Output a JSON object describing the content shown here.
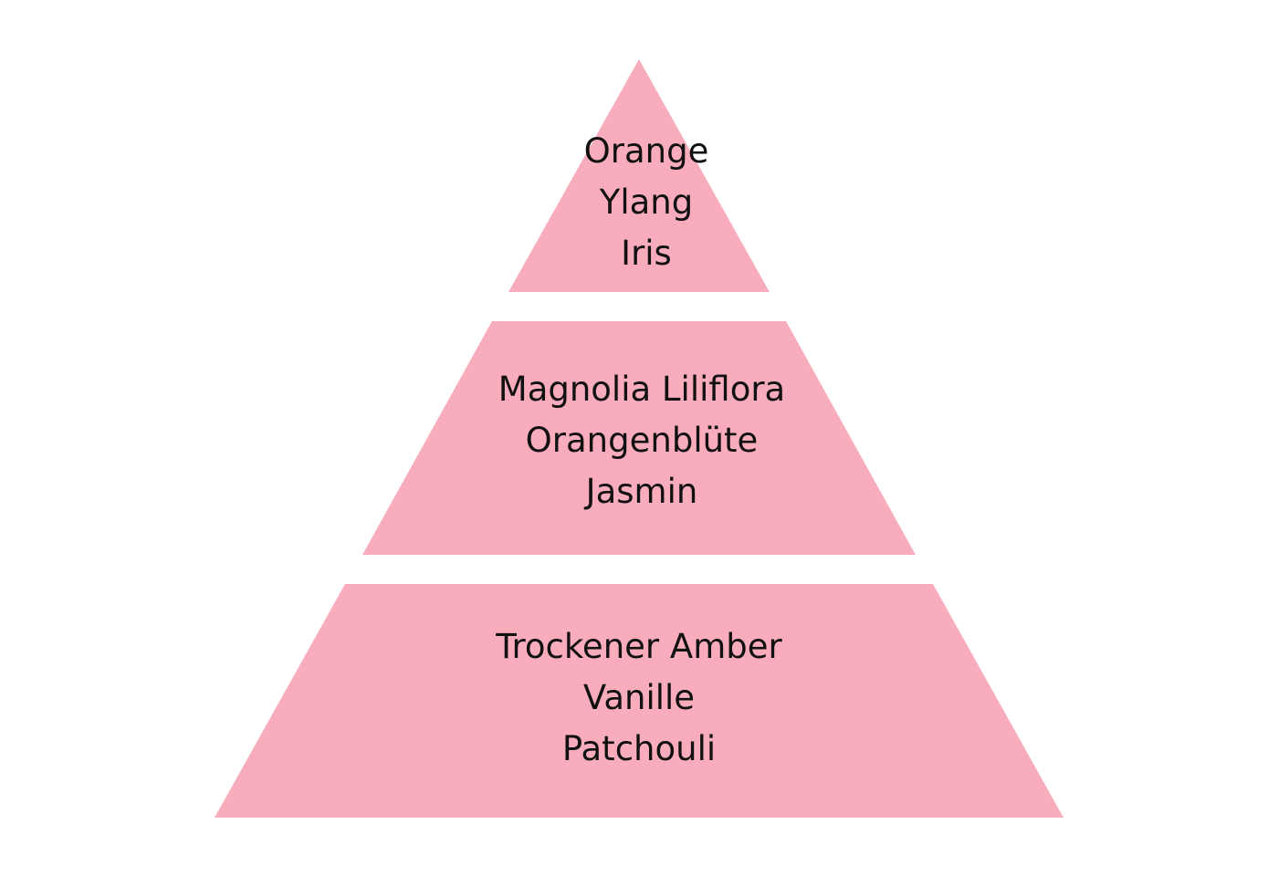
{
  "pyramid": {
    "fill_color": "#f9adbc",
    "tiers": [
      {
        "notes": [
          "Orange",
          "Ylang",
          "Iris"
        ]
      },
      {
        "notes": [
          "Magnolia Liliflora",
          "Orangenblüte",
          "Jasmin"
        ]
      },
      {
        "notes": [
          "Trockener Amber",
          "Vanille",
          "Patchouli"
        ]
      }
    ]
  }
}
